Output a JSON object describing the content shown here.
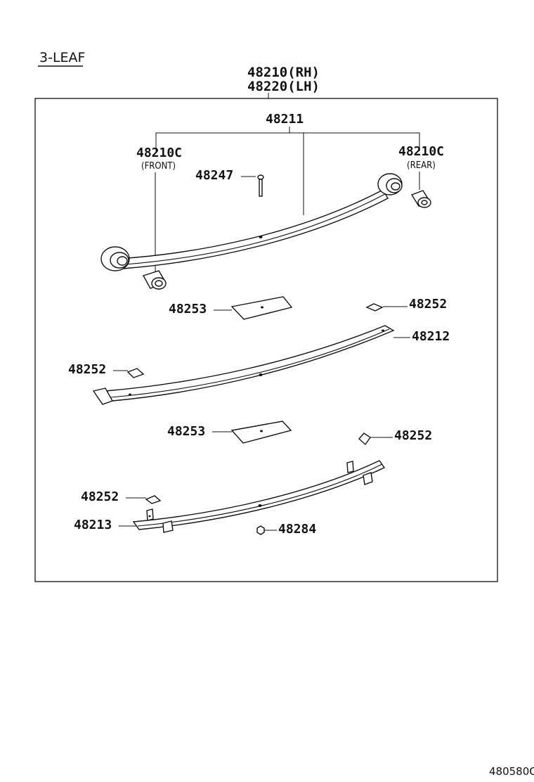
{
  "header": {
    "subtitle": "3-LEAF"
  },
  "assembly": {
    "rh": "48210(RH)",
    "lh": "48220(LH)"
  },
  "parts": {
    "spring_pack": "48211",
    "bushing_front": "48210C",
    "bushing_front_note": "(FRONT)",
    "bushing_rear": "48210C",
    "bushing_rear_note": "(REAR)",
    "center_bolt": "48247",
    "insert_upper": "48253",
    "clip_upper_right": "48252",
    "leaf_2": "48212",
    "clip_mid_left": "48252",
    "insert_lower": "48253",
    "clip_lower_right": "48252",
    "clip_lower_left": "48252",
    "leaf_3": "48213",
    "nut": "48284"
  },
  "footer": {
    "diagram_code": "480580C"
  }
}
